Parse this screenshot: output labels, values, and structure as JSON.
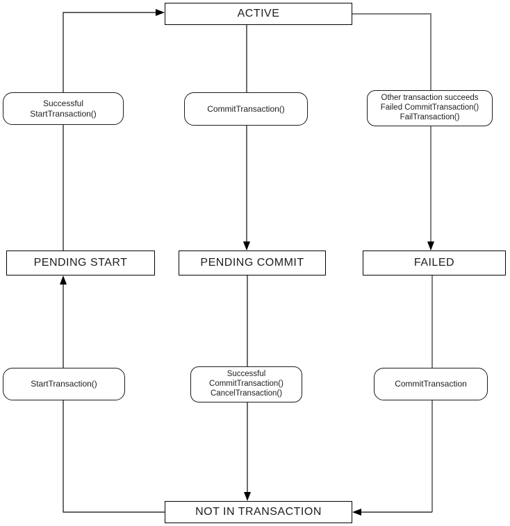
{
  "diagram": {
    "type": "state-transition-diagram",
    "colors": {
      "background": "#ffffff",
      "box_border": "#000000",
      "line_dark": "#2e2e2e",
      "line_gray": "#7d7d7d",
      "arrowhead": "#000000",
      "text": "#1c1c1c"
    },
    "nodes": [
      {
        "id": "active",
        "label": "ACTIVE"
      },
      {
        "id": "pending_start",
        "label": "PENDING START"
      },
      {
        "id": "pending_commit",
        "label": "PENDING COMMIT"
      },
      {
        "id": "failed",
        "label": "FAILED"
      },
      {
        "id": "not_in_transaction",
        "label": "NOT IN TRANSACTION"
      }
    ],
    "edges": [
      {
        "from": "pending_start",
        "to": "active",
        "label_lines": [
          "Successful",
          "StartTransaction()"
        ]
      },
      {
        "from": "active",
        "to": "pending_commit",
        "label_lines": [
          "CommitTransaction()"
        ]
      },
      {
        "from": "active",
        "to": "failed",
        "label_lines": [
          "Other transaction succeeds",
          "Failed CommitTransaction()",
          "FailTransaction()"
        ]
      },
      {
        "from": "not_in_transaction",
        "to": "pending_start",
        "label_lines": [
          "StartTransaction()"
        ]
      },
      {
        "from": "pending_commit",
        "to": "not_in_transaction",
        "label_lines": [
          "Successful",
          "CommitTransaction()",
          "CancelTransaction()"
        ]
      },
      {
        "from": "failed",
        "to": "not_in_transaction",
        "label_lines": [
          "CommitTransaction"
        ]
      }
    ]
  }
}
